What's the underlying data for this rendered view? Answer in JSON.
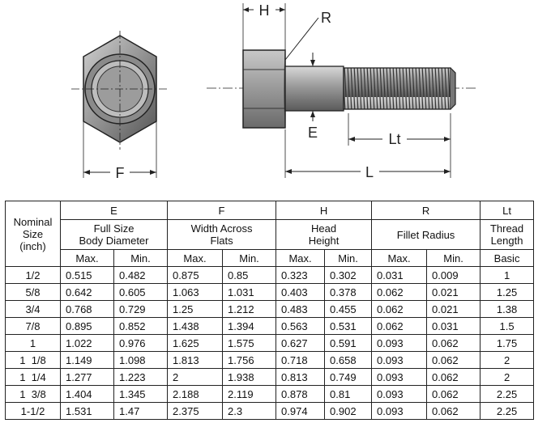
{
  "drawing": {
    "labels": {
      "H": "H",
      "R": "R",
      "E": "E",
      "Lt": "Lt",
      "L": "L",
      "F": "F"
    }
  },
  "table": {
    "nominal_header": [
      "Nominal",
      "Size",
      "(inch)"
    ],
    "groups": [
      {
        "letter": "E",
        "title": [
          "Full Size",
          "Body Diameter"
        ],
        "sub": [
          "Max.",
          "Min."
        ]
      },
      {
        "letter": "F",
        "title": [
          "Width Across",
          "Flats"
        ],
        "sub": [
          "Max.",
          "Min."
        ]
      },
      {
        "letter": "H",
        "title": [
          "Head",
          "Height"
        ],
        "sub": [
          "Max.",
          "Min."
        ]
      },
      {
        "letter": "R",
        "title": [
          "Fillet Radius"
        ],
        "sub": [
          "Max.",
          "Min."
        ]
      },
      {
        "letter": "Lt",
        "title": [
          "Thread",
          "Length"
        ],
        "sub": [
          "Basic"
        ]
      }
    ],
    "rows": [
      [
        "1/2",
        "0.515",
        "0.482",
        "0.875",
        "0.85",
        "0.323",
        "0.302",
        "0.031",
        "0.009",
        "1"
      ],
      [
        "5/8",
        "0.642",
        "0.605",
        "1.063",
        "1.031",
        "0.403",
        "0.378",
        "0.062",
        "0.021",
        "1.25"
      ],
      [
        "3/4",
        "0.768",
        "0.729",
        "1.25",
        "1.212",
        "0.483",
        "0.455",
        "0.062",
        "0.021",
        "1.38"
      ],
      [
        "7/8",
        "0.895",
        "0.852",
        "1.438",
        "1.394",
        "0.563",
        "0.531",
        "0.062",
        "0.031",
        "1.5"
      ],
      [
        "1",
        "1.022",
        "0.976",
        "1.625",
        "1.575",
        "0.627",
        "0.591",
        "0.093",
        "0.062",
        "1.75"
      ],
      [
        "1  1/8",
        "1.149",
        "1.098",
        "1.813",
        "1.756",
        "0.718",
        "0.658",
        "0.093",
        "0.062",
        "2"
      ],
      [
        "1  1/4",
        "1.277",
        "1.223",
        "2",
        "1.938",
        "0.813",
        "0.749",
        "0.093",
        "0.062",
        "2"
      ],
      [
        "1  3/8",
        "1.404",
        "1.345",
        "2.188",
        "2.119",
        "0.878",
        "0.81",
        "0.093",
        "0.062",
        "2.25"
      ],
      [
        "1-1/2",
        "1.531",
        "1.47",
        "2.375",
        "2.3",
        "0.974",
        "0.902",
        "0.093",
        "0.062",
        "2.25"
      ]
    ]
  }
}
